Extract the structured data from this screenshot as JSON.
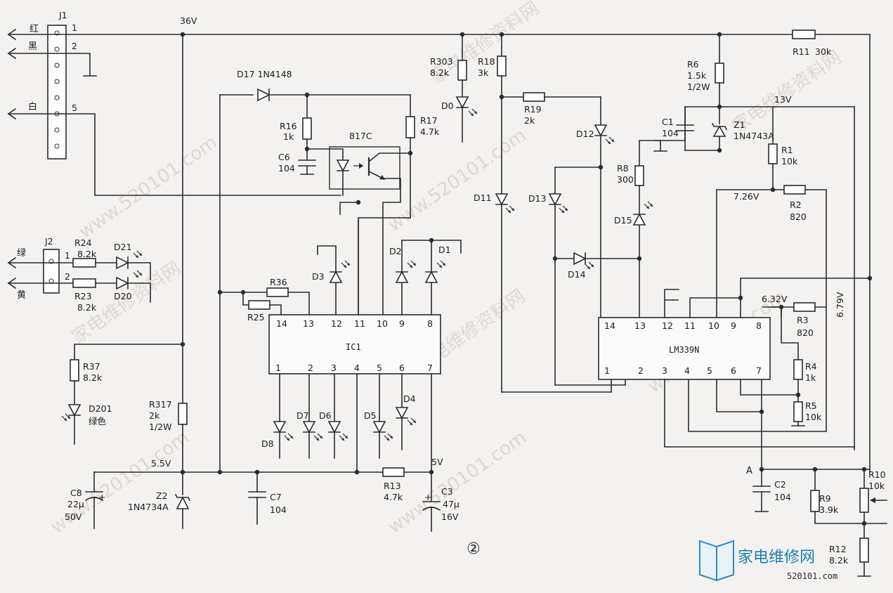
{
  "figure_label": "②",
  "connectors": {
    "j1": {
      "ref": "J1",
      "pins": [
        "1",
        "2",
        "5"
      ],
      "wires": [
        "红",
        "黑",
        "白"
      ]
    },
    "j2": {
      "ref": "J2",
      "pins": [
        "1",
        "2"
      ],
      "wires": [
        "绿",
        "黄"
      ]
    }
  },
  "rails": {
    "v36": "36V",
    "v13": "13V",
    "v5_5": "5.5V",
    "v5": "5V",
    "v7_26": "7.26V",
    "v6_32": "6.32V",
    "v6_79": "6.79V",
    "node_a": "A"
  },
  "ics": {
    "ic1": {
      "name": "IC1",
      "top_pins": [
        "14",
        "13",
        "12",
        "11",
        "10",
        "9",
        "8"
      ],
      "bottom_pins": [
        "1",
        "2",
        "3",
        "4",
        "5",
        "6",
        "7"
      ]
    },
    "lm339": {
      "name": "LM339N",
      "top_pins": [
        "14",
        "13",
        "12",
        "11",
        "10",
        "9",
        "8"
      ],
      "bottom_pins": [
        "1",
        "2",
        "3",
        "4",
        "5",
        "6",
        "7"
      ]
    }
  },
  "optocoupler": "817C",
  "components": {
    "d17": "D17  1N4148",
    "r16": [
      "R16",
      "1k"
    ],
    "r17": [
      "R17",
      "4.7k"
    ],
    "c6": [
      "C6",
      "104"
    ],
    "r303": [
      "R303",
      "8.2k"
    ],
    "d0": "D0",
    "r18": [
      "R18",
      "3k"
    ],
    "r19": [
      "R19",
      "2k"
    ],
    "d11": "D11",
    "d12": "D12",
    "d13": "D13",
    "d14": "D14",
    "d15": "D15",
    "r8": [
      "R8",
      "300"
    ],
    "r6": [
      "R6",
      "1.5k",
      "1/2W"
    ],
    "c1": [
      "C1",
      "104"
    ],
    "z1": [
      "Z1",
      "1N4743A"
    ],
    "r11": [
      "R11",
      "30k"
    ],
    "r1": [
      "R1",
      "10k"
    ],
    "r2": [
      "R2",
      "820"
    ],
    "r3": [
      "R3",
      "820"
    ],
    "r4": [
      "R4",
      "1k"
    ],
    "r5": [
      "R5",
      "10k"
    ],
    "c2": [
      "C2",
      "104"
    ],
    "r9": [
      "R9",
      "3.9k"
    ],
    "r10": [
      "R10",
      "10k"
    ],
    "r12": [
      "R12",
      "8.2k"
    ],
    "r24": [
      "R24",
      "8.2k"
    ],
    "r23": [
      "R23",
      "8.2k"
    ],
    "d21": "D21",
    "d20": "D20",
    "r36": "R36",
    "r25": "R25",
    "d3": "D3",
    "d2": "D2",
    "d1": "D1",
    "r37": [
      "R37",
      "8.2k"
    ],
    "d201": [
      "D201",
      "绿色"
    ],
    "r317": [
      "R317",
      "2k",
      "1/2W"
    ],
    "c8": [
      "C8",
      "22μ",
      "50V"
    ],
    "z2": [
      "Z2",
      "1N4734A"
    ],
    "c7": [
      "C7",
      "104"
    ],
    "r13": [
      "R13",
      "4.7k"
    ],
    "c3": [
      "C3",
      "47μ",
      "16V"
    ],
    "d8": "D8",
    "d7": "D7",
    "d6": "D6",
    "d5": "D5",
    "d4": "D4"
  },
  "watermark": {
    "url": "www.520101.com",
    "cn": "家电维修资料网"
  },
  "brand": {
    "name": "家电维修网",
    "url": "520101.com"
  }
}
